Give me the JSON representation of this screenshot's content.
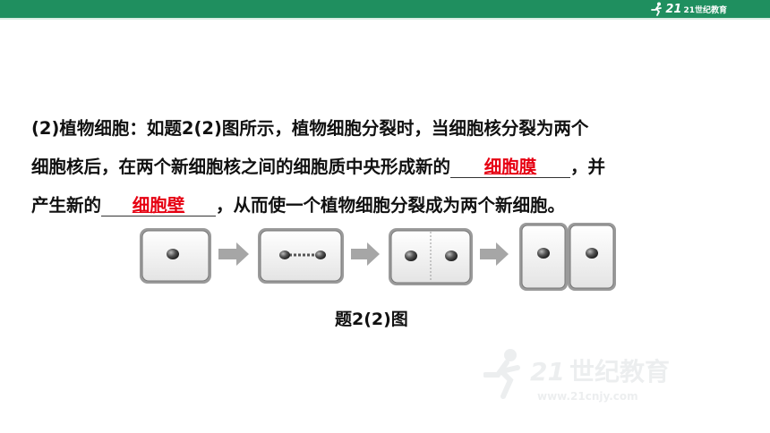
{
  "header": {
    "logo_text": "21世纪教育",
    "logo_url": "www.21cnjy.com",
    "accent_color": "#1f8f5f"
  },
  "paragraph": {
    "line1": "(2)植物细胞：如题2(2)图所示，植物细胞分裂时，当细胞核分裂为两个",
    "line2_a": "细胞核后，在两个新细胞核之间的细胞质中央形成新的",
    "answer1": "细胞膜",
    "line2_b": "，并",
    "line3_a": "产生新的",
    "answer2": "细胞壁",
    "line3_b": "，从而使一个植物细胞分裂成为两个新细胞。",
    "answer_color": "#e60012"
  },
  "figure": {
    "caption": "题2(2)图"
  },
  "watermark": {
    "number": "21",
    "text": "世纪教育",
    "url": "www.21cnjy.com"
  }
}
